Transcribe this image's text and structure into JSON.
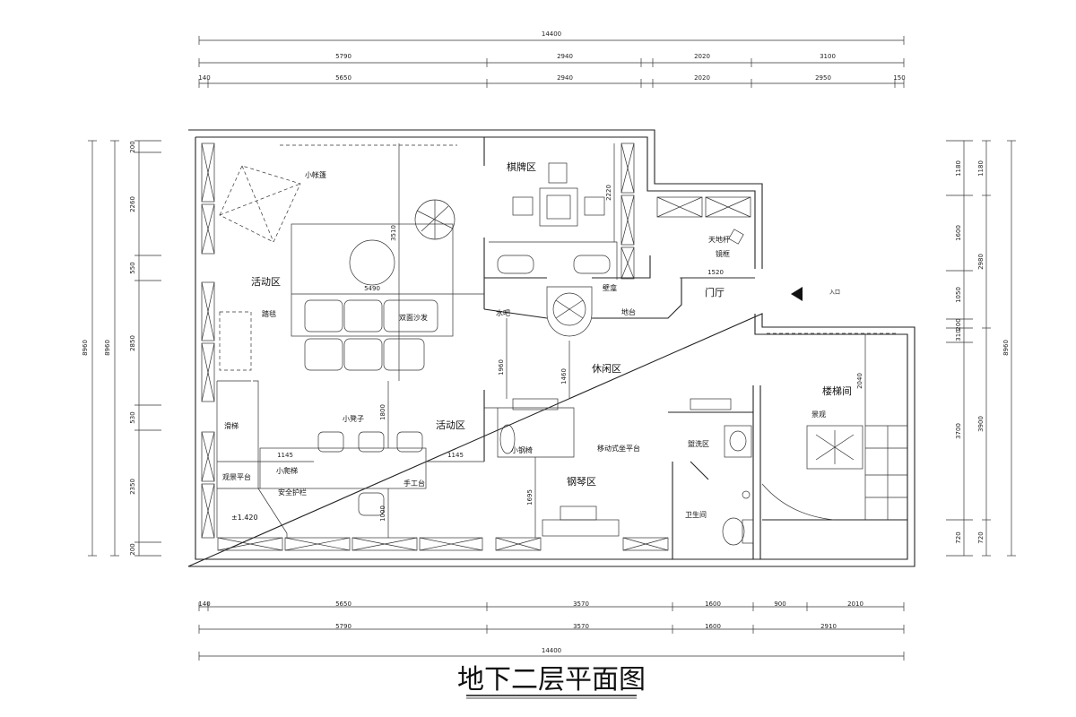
{
  "title": "地下二层平面图",
  "dimensions": {
    "top_total": "14400",
    "top_row2": [
      "5790",
      "2940",
      "2020",
      "3100"
    ],
    "top_row3": [
      "140",
      "5650",
      "2940",
      "2020",
      "2950",
      "150"
    ],
    "bottom_row1": [
      "140",
      "5650",
      "3570",
      "1600",
      "900",
      "2010"
    ],
    "bottom_row2": [
      "5790",
      "3570",
      "1600",
      "2910"
    ],
    "bottom_total": "14400",
    "left_outer": [
      "8960",
      "8960"
    ],
    "left_inner": [
      "200",
      "2260",
      "550",
      "2850",
      "530",
      "2350",
      "200"
    ],
    "right_inner": [
      "1180",
      "1600",
      "1050",
      "200",
      "310",
      "3700",
      "720"
    ],
    "right_outer": [
      "1180",
      "2980",
      "3900",
      "720",
      "8960"
    ],
    "inner": [
      "5490",
      "3510",
      "1520",
      "1960",
      "1460",
      "1145",
      "1145",
      "1800",
      "1000",
      "1695",
      "2040",
      "2220"
    ]
  },
  "rooms": {
    "chess": "棋牌区",
    "activity_top": "活动区",
    "activity_mid": "活动区",
    "leisure": "休闲区",
    "piano": "钢琴区",
    "foyer": "门厅",
    "stairs": "楼梯间",
    "wash": "盥洗区",
    "bathroom": "卫生间"
  },
  "labels": {
    "small_tent": "小帐篷",
    "rug": "踏毯",
    "sofa": "双面沙发",
    "water_bar": "水吧",
    "counter": "地台",
    "niche": "壁龛",
    "slide": "滑梯",
    "view_platform": "观景平台",
    "small_ladder": "小爬梯",
    "safety_rail": "安全护栏",
    "small_stool": "小凳子",
    "craft_table": "手工台",
    "small_piano_bench": "小钢椅",
    "movable_platform": "移动式坐平台",
    "skylight": "天地杆",
    "skylight2": "镜框",
    "landscape": "景观",
    "elevation": "±1.420",
    "entry_mark": "入口"
  }
}
